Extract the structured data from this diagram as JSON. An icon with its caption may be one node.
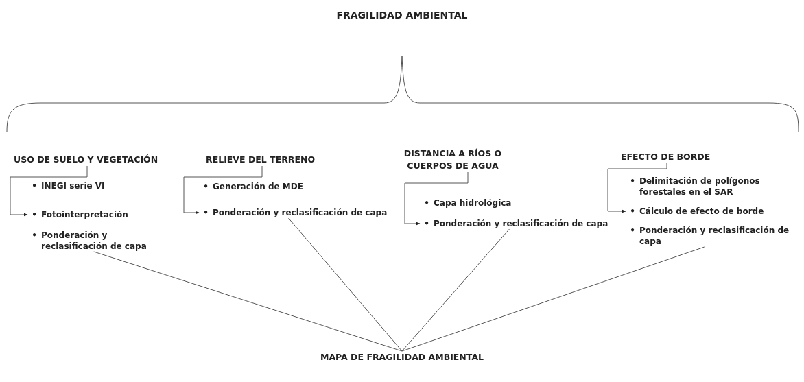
{
  "diagram": {
    "title": "FRAGILIDAD AMBIENTAL",
    "nodes": [
      {
        "text": [
          "USO DE SUELO Y VEGETACIÓN"
        ]
      },
      {
        "text": [
          "INEGI serie VI",
          "Fotointerpretación",
          "Ponderación y reclasificación de capa"
        ]
      },
      {
        "text": [
          "RELIEVE DEL TERRENO"
        ]
      },
      {
        "text": [
          "Generación de MDE",
          "Ponderación y reclasificación de capa"
        ]
      },
      {
        "text": [
          "DISTANCIA A RÍOS O CUERPOS DE AGUA"
        ]
      },
      {
        "text": [
          "Capa hidrológica",
          "Ponderación y reclasificación de capa"
        ]
      },
      {
        "text": [
          "EFECTO DE BORDE"
        ]
      },
      {
        "text": [
          "Delimitación de polígonos forestales en el SAR",
          "Cálculo de efecto de borde",
          "Ponderación y reclasificación de capa"
        ]
      },
      {
        "text": [
          "MAPA DE FRAGILIDAD AMBIENTAL"
        ]
      }
    ],
    "edges": [
      {
        "from": 0,
        "to": 1,
        "arrow": "to"
      },
      {
        "from": 2,
        "to": 3,
        "arrow": "to"
      },
      {
        "from": 4,
        "to": 5,
        "arrow": "to"
      },
      {
        "from": 6,
        "to": 7,
        "arrow": "to"
      },
      {
        "from": 1,
        "to": 8,
        "arrow": "none"
      },
      {
        "from": 3,
        "to": 8,
        "arrow": "none"
      },
      {
        "from": 5,
        "to": 8,
        "arrow": "none"
      },
      {
        "from": 7,
        "to": 8,
        "arrow": "none"
      }
    ],
    "labels": [
      "•",
      "•",
      "•",
      "•",
      "•",
      "•",
      "•",
      "•",
      "•",
      "•"
    ]
  }
}
